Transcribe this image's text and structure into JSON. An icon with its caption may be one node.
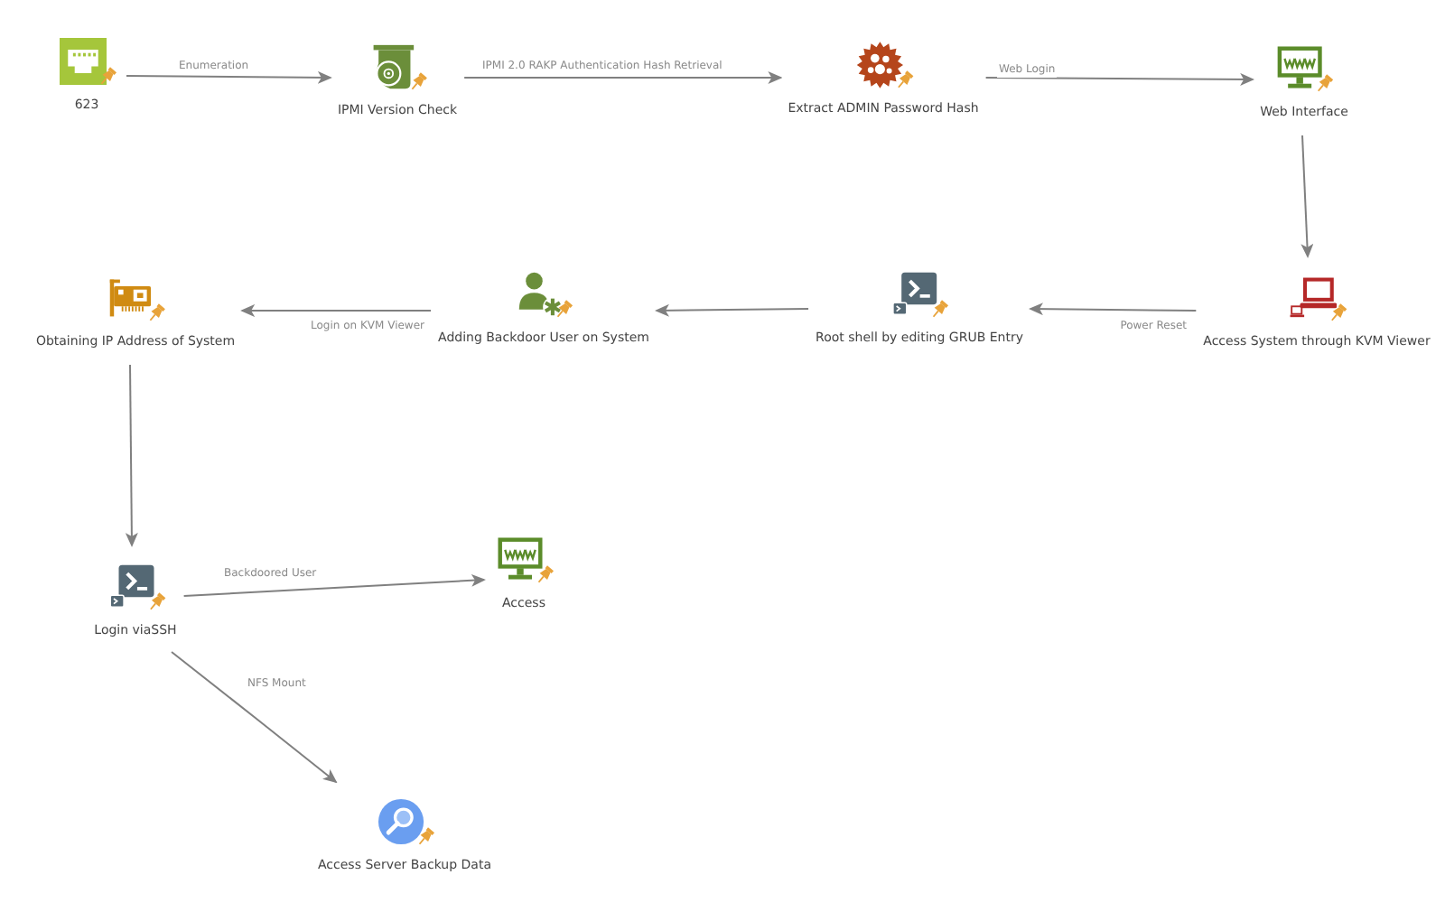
{
  "diagram": {
    "nodes": [
      {
        "text": [
          "623"
        ]
      },
      {
        "text": [
          "IPMI Version Check"
        ]
      },
      {
        "text": [
          "Extract ADMIN Password Hash"
        ]
      },
      {
        "text": [
          "Web Interface"
        ]
      },
      {
        "text": [
          "Access System through KVM Viewer"
        ]
      },
      {
        "text": [
          "Root shell by editing GRUB Entry"
        ]
      },
      {
        "text": [
          "Adding Backdoor User on System"
        ]
      },
      {
        "text": [
          "Obtaining IP Address of System"
        ]
      },
      {
        "text": [
          "Login viaSSH"
        ]
      },
      {
        "text": [
          "Access"
        ]
      },
      {
        "text": [
          "Access Server Backup Data"
        ]
      }
    ],
    "edges": [
      {
        "from": 0,
        "to": 1,
        "arrow": "to",
        "label": "Enumeration"
      },
      {
        "from": 1,
        "to": 2,
        "arrow": "to",
        "label": "IPMI 2.0 RAKP Authentication Hash Retrieval"
      },
      {
        "from": 2,
        "to": 3,
        "arrow": "to",
        "label": "Web Login"
      },
      {
        "from": 3,
        "to": 4,
        "arrow": "to"
      },
      {
        "from": 4,
        "to": 5,
        "arrow": "to",
        "label": "Power Reset"
      },
      {
        "from": 5,
        "to": 6,
        "arrow": "to"
      },
      {
        "from": 6,
        "to": 7,
        "arrow": "to",
        "label": "Login on KVM Viewer"
      },
      {
        "from": 7,
        "to": 8,
        "arrow": "to"
      },
      {
        "from": 8,
        "to": 9,
        "arrow": "to",
        "label": "Backdoored User"
      },
      {
        "from": 8,
        "to": 10,
        "arrow": "to",
        "label": "NFS Mount"
      }
    ]
  }
}
